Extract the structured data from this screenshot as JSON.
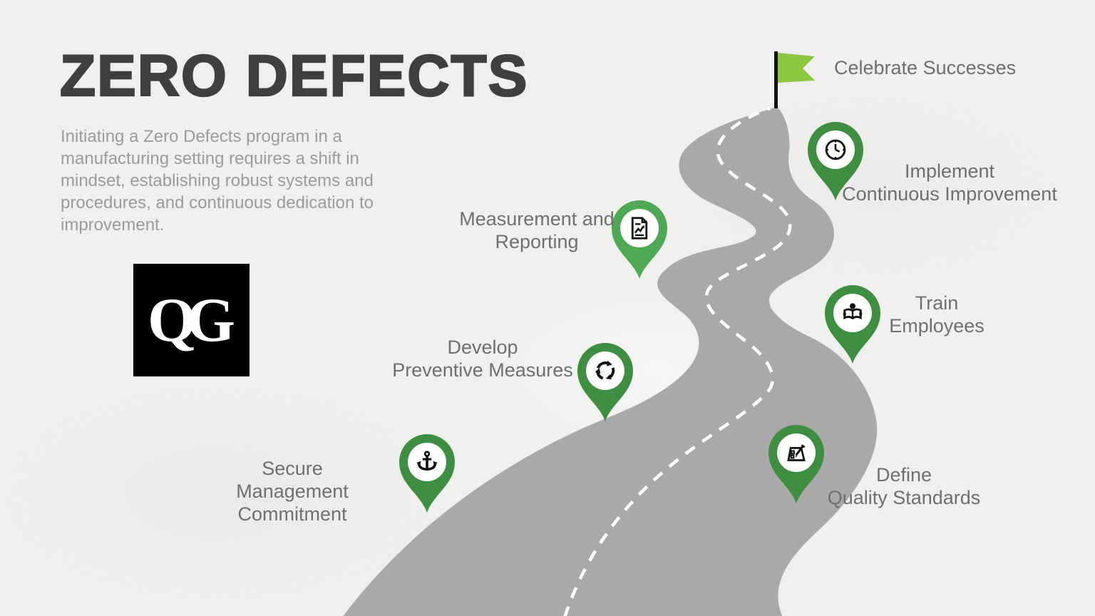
{
  "title": "ZERO DEFECTS",
  "description": "Initiating a Zero Defects program in a manufacturing setting requires a shift in mindset, establishing robust systems and procedures, and continuous dedication to improvement.",
  "logo": {
    "text": "QG"
  },
  "goal": {
    "label": "Celebrate Successes",
    "icon": "flag-icon"
  },
  "steps": [
    {
      "id": "secure-management-commitment",
      "icon": "anchor-icon",
      "label_lines": [
        "Secure",
        "Management Commitment"
      ]
    },
    {
      "id": "define-quality-standards",
      "icon": "checklist-pencil-icon",
      "label_lines": [
        "Define",
        "Quality Standards"
      ]
    },
    {
      "id": "train-employees",
      "icon": "book-reader-icon",
      "label_lines": [
        "Train",
        "Employees"
      ]
    },
    {
      "id": "develop-preventive-measures",
      "icon": "recycle-arrows-icon",
      "label_lines": [
        "Develop",
        "Preventive Measures"
      ]
    },
    {
      "id": "measurement-and-reporting",
      "icon": "chart-document-icon",
      "label_lines": [
        "Measurement and",
        "Reporting"
      ]
    },
    {
      "id": "implement-continuous-improvement",
      "icon": "clock-icon",
      "label_lines": [
        "Implement",
        "Continuous Improvement"
      ]
    }
  ],
  "colors": {
    "background": "#F1F1EF",
    "road": "#A9A9A9",
    "road_dash": "#FFFFFF",
    "pin_green": "#3E8E41",
    "pin_green_bright": "#4FA853",
    "flag_green": "#8DC63F",
    "pole_black": "#111111",
    "title_text": "#3F3F3F",
    "body_text": "#9B9B9B",
    "label_text": "#6F6F6F",
    "logo_bg": "#000000",
    "logo_text": "#FFFFFF"
  }
}
